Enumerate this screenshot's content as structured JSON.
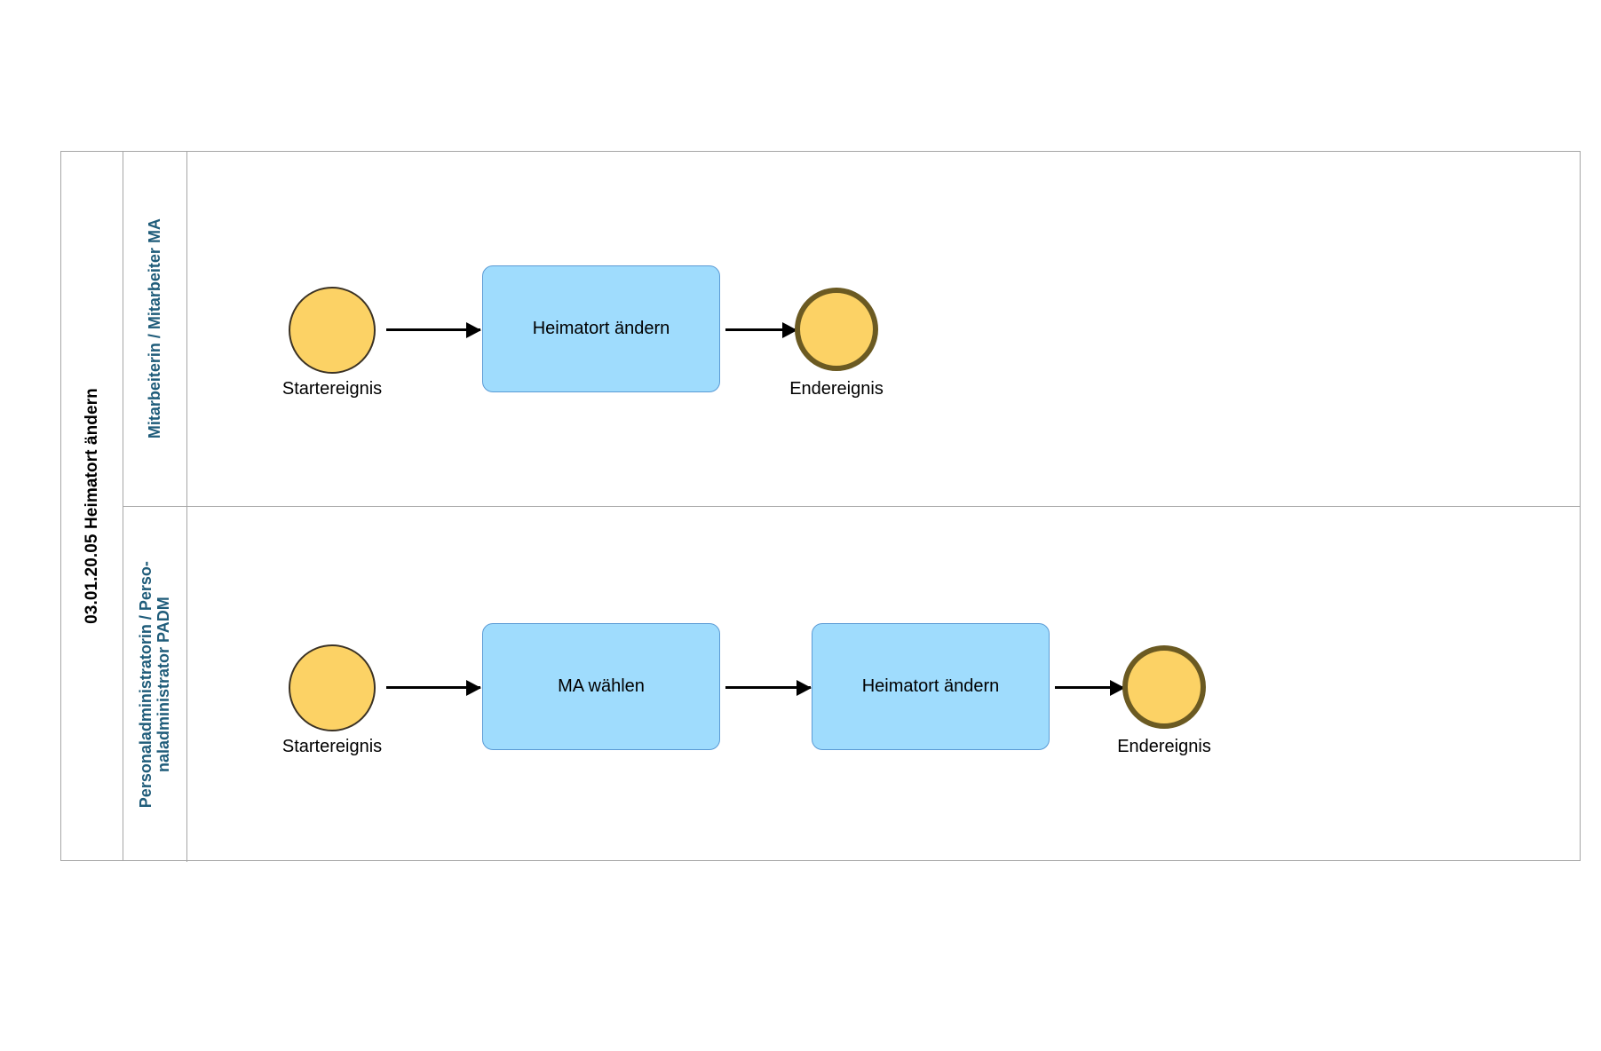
{
  "pool": {
    "title": "03.01.20.05 Heimatort ändern",
    "border_color": "#a6a6a6",
    "title_color": "#000000"
  },
  "lanes": [
    {
      "id": "lane-mitarbeiter",
      "label": "Mitarbeiterin / Mitarbeiter MA",
      "label_color": "#1f5c7a",
      "nodes": [
        {
          "type": "start-event",
          "label": "Startereignis"
        },
        {
          "type": "task",
          "label": "Heimatort ändern"
        },
        {
          "type": "end-event",
          "label": "Endereignis"
        }
      ]
    },
    {
      "id": "lane-padm",
      "label": "Personaladministratorin / Perso-\nnaladministrator PADM",
      "label_color": "#1f5c7a",
      "nodes": [
        {
          "type": "start-event",
          "label": "Startereignis"
        },
        {
          "type": "task",
          "label": "MA wählen"
        },
        {
          "type": "task",
          "label": "Heimatort ändern"
        },
        {
          "type": "end-event",
          "label": "Endereignis"
        }
      ]
    }
  ],
  "colors": {
    "task_fill": "#9fdcfd",
    "task_border": "#5b9bd5",
    "event_fill": "#fcd265",
    "start_event_border": "#3b3224",
    "end_event_border": "#6b5a22",
    "lane_border": "#a6a6a6",
    "flow_line": "#000000"
  }
}
